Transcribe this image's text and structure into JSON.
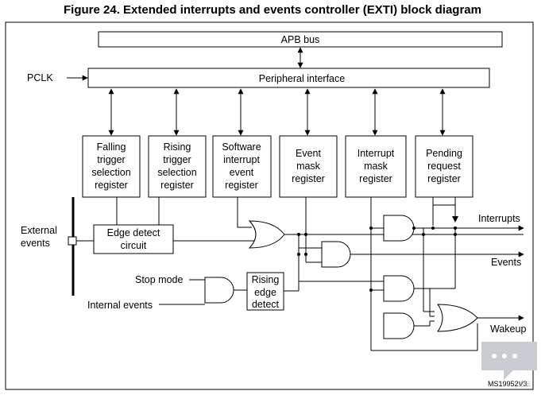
{
  "title": "Figure 24. Extended interrupts and events controller (EXTI) block diagram",
  "apb_bus": "APB bus",
  "peripheral_interface": "Peripheral interface",
  "pclk": "PCLK",
  "registers": {
    "falling": [
      "Falling",
      "trigger",
      "selection",
      "register"
    ],
    "rising": [
      "Rising",
      "trigger",
      "selection",
      "register"
    ],
    "software": [
      "Software",
      "interrupt",
      "event",
      "register"
    ],
    "event_mask": [
      "Event",
      "mask",
      "register"
    ],
    "interrupt_mask": [
      "Interrupt",
      "mask",
      "register"
    ],
    "pending": [
      "Pending",
      "request",
      "register"
    ]
  },
  "edge_detect": [
    "Edge detect",
    "circuit"
  ],
  "rising_edge_detect": [
    "Rising",
    "edge",
    "detect"
  ],
  "external_events": [
    "External",
    "events"
  ],
  "stop_mode": "Stop mode",
  "internal_events": "Internal events",
  "outputs": {
    "interrupts": "Interrupts",
    "events": "Events",
    "wakeup": "Wakeup"
  },
  "ref_id": "MS19952V3",
  "watermark": "论坛",
  "icons": {
    "watermark": "chat-bubble-icon",
    "arrow": "arrowhead"
  }
}
